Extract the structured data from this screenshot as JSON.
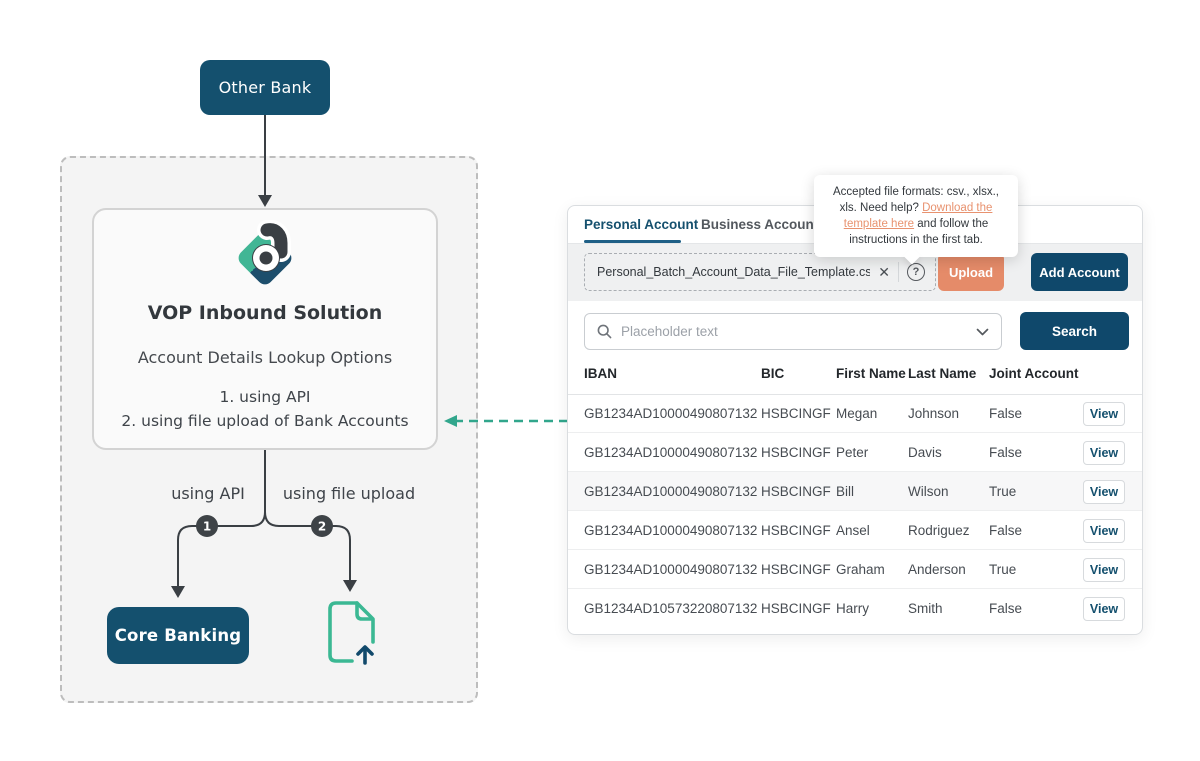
{
  "colors": {
    "navy": "#14506E",
    "button_navy": "#0F486B",
    "accent_orange": "#E58B69",
    "teal": "#35A98E",
    "charcoal": "#3B4045"
  },
  "diagram": {
    "other_bank_label": "Other Bank",
    "card_title": "VOP Inbound Solution",
    "card_subtitle": "Account Details Lookup Options",
    "card_options": [
      "1. using API",
      "2. using file upload of Bank Accounts"
    ],
    "branch_left_label": "using API",
    "branch_right_label": "using file upload",
    "branch_left_number": "1",
    "branch_right_number": "2",
    "core_banking_label": "Core Banking"
  },
  "panel": {
    "tabs": [
      {
        "label": "Personal Account",
        "active": true
      },
      {
        "label": "Business Account",
        "active": false
      }
    ],
    "upload": {
      "filename": "Personal_Batch_Account_Data_File_Template.csv",
      "upload_button": "Upload",
      "add_account_button": "Add Account"
    },
    "tooltip": {
      "line1": "Accepted file formats: csv., xlsx., xls.",
      "prefix": "Need help? ",
      "link": "Download the template here",
      "suffix": " and follow the instructions in the first tab."
    },
    "search": {
      "placeholder": "Placeholder text",
      "button": "Search"
    },
    "table": {
      "columns": [
        "IBAN",
        "BIC",
        "First Name",
        "Last Name",
        "Joint Account"
      ],
      "action_label": "View",
      "rows": [
        {
          "iban": "GB1234AD10000490807132",
          "bic": "HSBCINGF",
          "first": "Megan",
          "last": "Johnson",
          "joint": "False",
          "highlight": false
        },
        {
          "iban": "GB1234AD10000490807132",
          "bic": "HSBCINGF",
          "first": "Peter",
          "last": "Davis",
          "joint": "False",
          "highlight": false
        },
        {
          "iban": "GB1234AD10000490807132",
          "bic": "HSBCINGF",
          "first": "Bill",
          "last": "Wilson",
          "joint": "True",
          "highlight": true
        },
        {
          "iban": "GB1234AD10000490807132",
          "bic": "HSBCINGF",
          "first": "Ansel",
          "last": "Rodriguez",
          "joint": "False",
          "highlight": false
        },
        {
          "iban": "GB1234AD10000490807132",
          "bic": "HSBCINGF",
          "first": "Graham",
          "last": "Anderson",
          "joint": "True",
          "highlight": false
        },
        {
          "iban": "GB1234AD10573220807132",
          "bic": "HSBCINGF",
          "first": "Harry",
          "last": "Smith",
          "joint": "False",
          "highlight": false
        }
      ]
    }
  }
}
